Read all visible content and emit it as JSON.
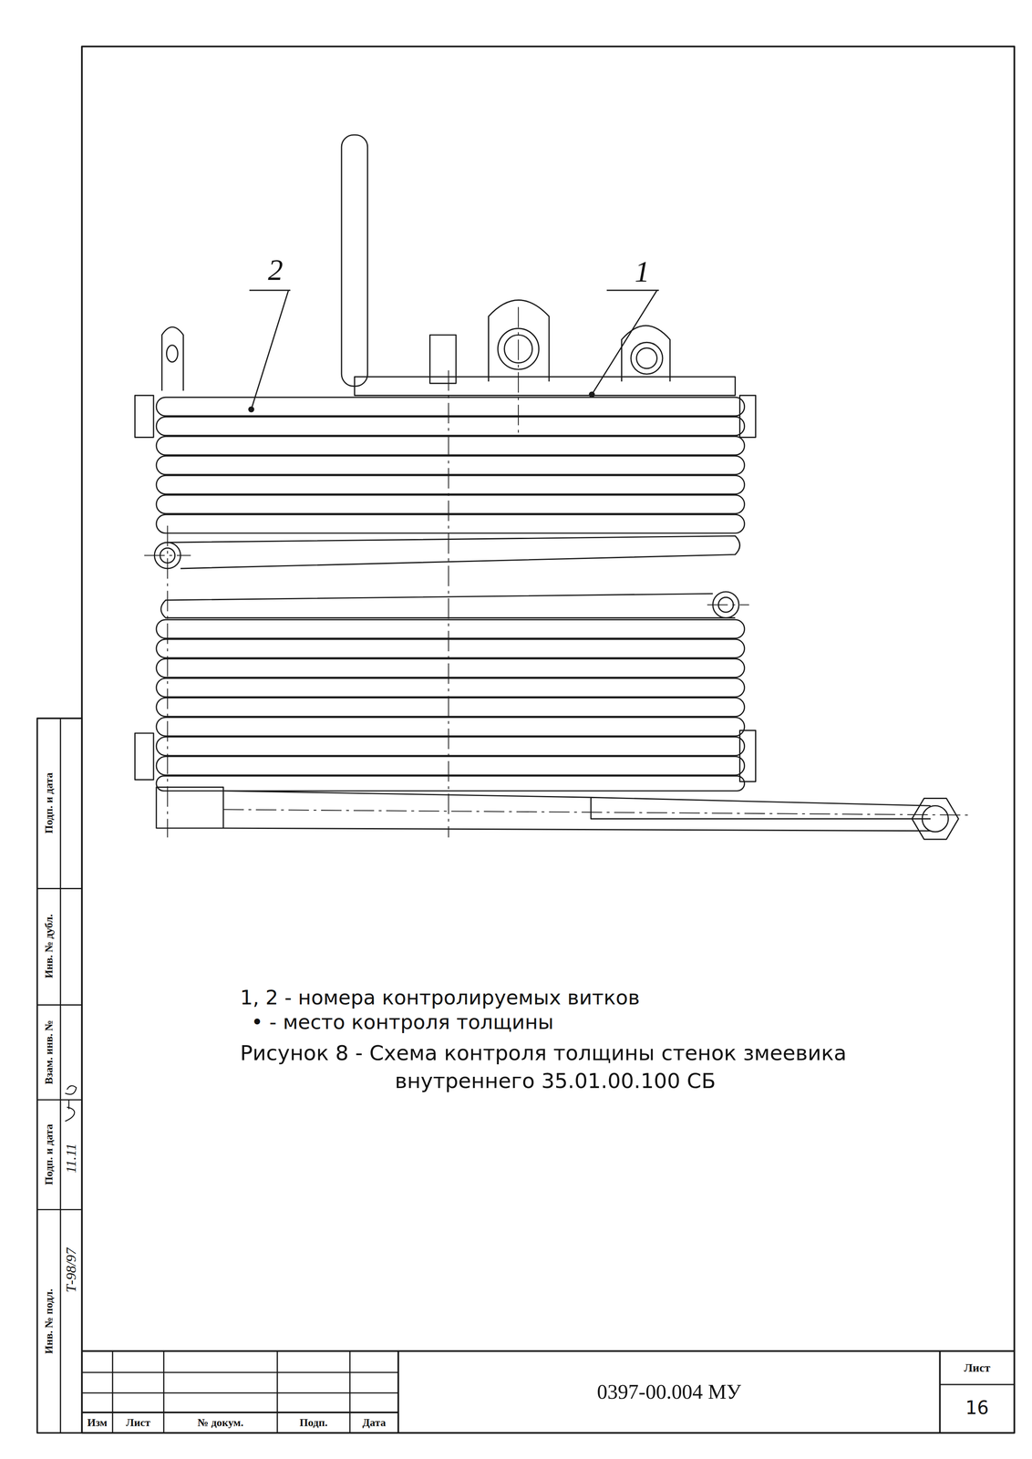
{
  "diagram": {
    "caption": "Рисунок 8 - Схема контроля толщины стенок змеевика внутреннего 35.01.00.100 СБ",
    "labels": [
      "2",
      "1",
      "1, 2  -  номера контролируемых витков",
      "•  -  место контроля толщины",
      "Инв. № подл.",
      "Подп. и дата",
      "Взам. инв. №",
      "Инв. № дубл.",
      "Подп. и дата",
      "Т-98/97",
      "11.11",
      "Изм",
      "Лист",
      "№ докум.",
      "Подп.",
      "Дата",
      "0397-00.004 МУ",
      "Лист",
      "16"
    ]
  }
}
